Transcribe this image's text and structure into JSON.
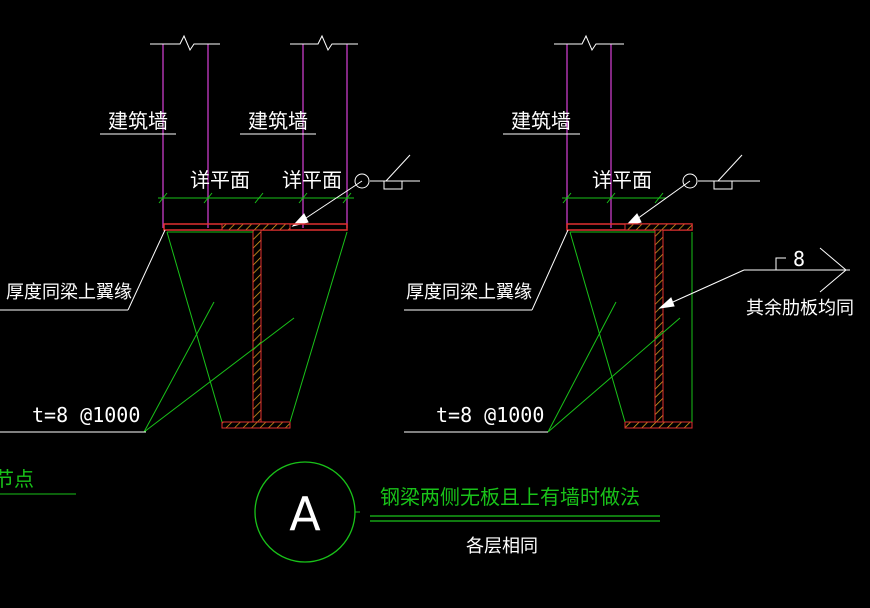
{
  "colors": {
    "background": "#000000",
    "wall": "#c83cc8",
    "structure": "#19c219",
    "steel": "#e03030",
    "hatch": "#e0a020",
    "annotation": "#ffffff"
  },
  "left_detail": {
    "wall_label_1": "建筑墙",
    "wall_label_2": "建筑墙",
    "dim_label_1": "详平面",
    "dim_label_2": "详平面",
    "thickness_note": "厚度同梁上翼缘",
    "stiffener_spec": "t=8 @1000"
  },
  "right_detail": {
    "wall_label": "建筑墙",
    "dim_label": "详平面",
    "thickness_note": "厚度同梁上翼缘",
    "stiffener_spec": "t=8 @1000",
    "plate_mark": "8",
    "stiffener_note": "其余肋板均同"
  },
  "title_block": {
    "circle_letter": "A",
    "title": "钢梁两侧无板且上有墙时做法",
    "subtitle": "各层相同",
    "partial_label": "节点"
  }
}
